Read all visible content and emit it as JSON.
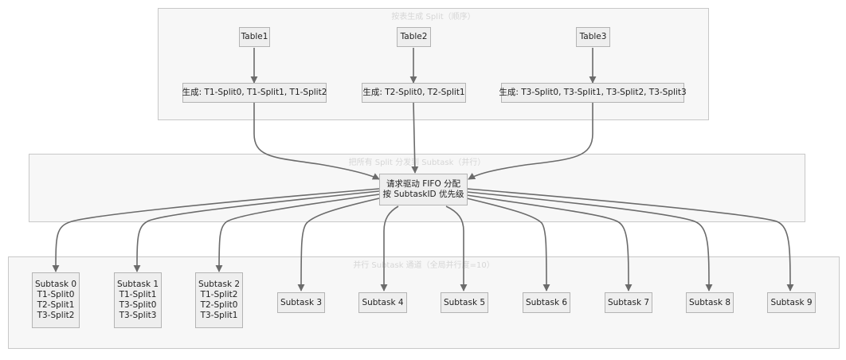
{
  "groups": {
    "sources": {
      "title": "按表生成 Split（顺序）"
    },
    "dispatch": {
      "title": "把所有 Split 分发到 Subtask（并行）"
    },
    "subtasks": {
      "title": "并行 Subtask 通道（全局并行度=10）"
    }
  },
  "tables": [
    {
      "label": "Table1"
    },
    {
      "label": "Table2"
    },
    {
      "label": "Table3"
    }
  ],
  "generators": [
    {
      "label": "生成: T1-Split0, T1-Split1, T1-Split2"
    },
    {
      "label": "生成: T2-Split0, T2-Split1"
    },
    {
      "label": "生成: T3-Split0, T3-Split1, T3-Split2, T3-Split3"
    }
  ],
  "dispatcher": {
    "line1": "请求驱动 FIFO 分配",
    "line2": "按 SubtaskID 优先级"
  },
  "subtasks": [
    {
      "title": "Subtask 0",
      "splits": [
        "T1-Split0",
        "T2-Split1",
        "T3-Split2"
      ]
    },
    {
      "title": "Subtask 1",
      "splits": [
        "T1-Split1",
        "T3-Split0",
        "T3-Split3"
      ]
    },
    {
      "title": "Subtask 2",
      "splits": [
        "T1-Split2",
        "T2-Split0",
        "T3-Split1"
      ]
    },
    {
      "title": "Subtask 3",
      "splits": []
    },
    {
      "title": "Subtask 4",
      "splits": []
    },
    {
      "title": "Subtask 5",
      "splits": []
    },
    {
      "title": "Subtask 6",
      "splits": []
    },
    {
      "title": "Subtask 7",
      "splits": []
    },
    {
      "title": "Subtask 8",
      "splits": []
    },
    {
      "title": "Subtask 9",
      "splits": []
    }
  ]
}
